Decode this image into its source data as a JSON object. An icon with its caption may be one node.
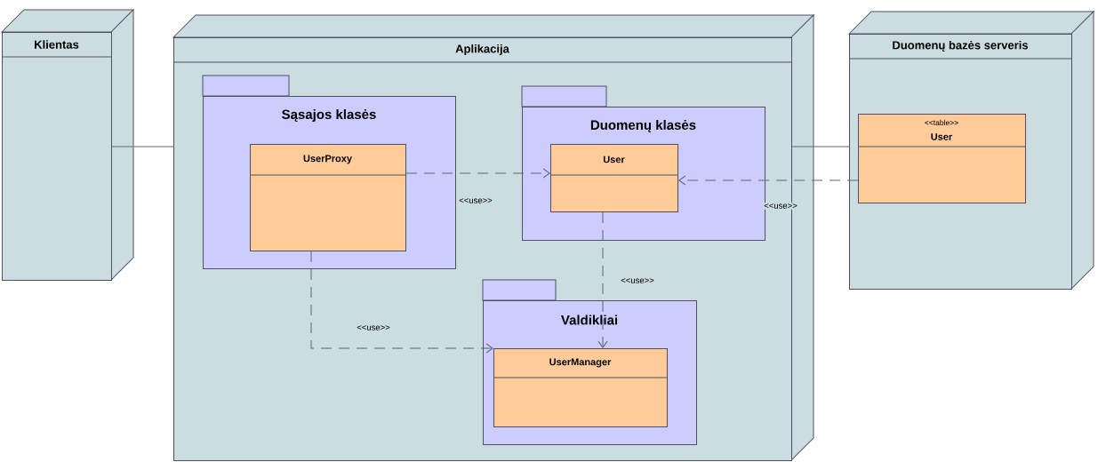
{
  "diagram": {
    "nodes": [
      {
        "text": [
          "Klientas"
        ]
      },
      {
        "text": [
          "Aplikacija"
        ]
      },
      {
        "text": [
          "Sąsajos klasės"
        ],
        "in": 1
      },
      {
        "text": [
          "UserProxy"
        ],
        "in": 2
      },
      {
        "text": [
          "Duomenų klasės"
        ],
        "in": 1
      },
      {
        "text": [
          "User"
        ],
        "in": 4
      },
      {
        "text": [
          "Valdikliai"
        ],
        "in": 1
      },
      {
        "text": [
          "UserManager"
        ],
        "in": 6
      },
      {
        "text": [
          "Duomenų bazės serveris"
        ]
      },
      {
        "text": [
          "<<table>>",
          "User"
        ],
        "in": 8
      }
    ],
    "edges": [
      {
        "from": 0,
        "to": 1,
        "arrow": "none"
      },
      {
        "from": 1,
        "to": 8,
        "arrow": "none"
      },
      {
        "from": 3,
        "to": 5,
        "arrow": "to",
        "style": "dashed",
        "label": "<<use>>"
      },
      {
        "from": 9,
        "to": 5,
        "arrow": "to",
        "style": "dashed",
        "label": "<<use>>"
      },
      {
        "from": 5,
        "to": 7,
        "arrow": "to",
        "style": "dashed",
        "label": "<<use>>"
      },
      {
        "from": 3,
        "to": 7,
        "arrow": "to",
        "style": "dashed",
        "label": "<<use>>"
      }
    ]
  }
}
